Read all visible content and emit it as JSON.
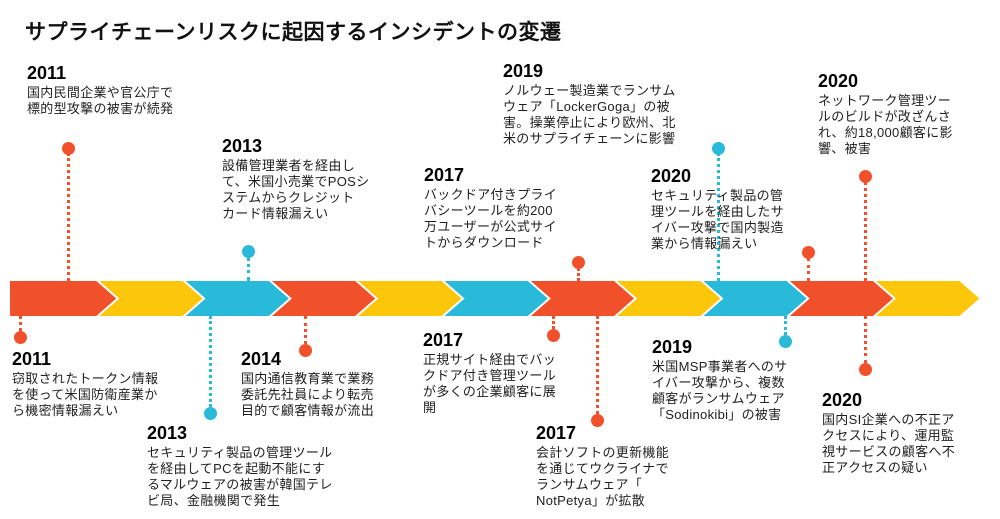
{
  "title": "サプライチェーンリスクに起因するインシデントの変遷",
  "colors": {
    "orange": "#F0512B",
    "cyan": "#29B9D9",
    "yellow": "#FCC60B"
  },
  "timeline": {
    "segments": [
      "orange",
      "yellow",
      "cyan",
      "orange",
      "yellow",
      "cyan",
      "orange",
      "yellow",
      "cyan",
      "orange",
      "yellow"
    ]
  },
  "events": [
    {
      "year": "2011",
      "side": "top",
      "color": "orange",
      "text": "国内民間企業や官公庁で\n標的型攻撃の被害が続発"
    },
    {
      "year": "2013",
      "side": "top",
      "color": "cyan",
      "text": "設備管理業者を経由し\nて、米国小売業でPOSシ\nステムからクレジット\nカード情報漏えい"
    },
    {
      "year": "2017",
      "side": "top",
      "color": "orange",
      "text": "バックドア付きプライ\nバシーツールを約200\n万ユーザーが公式サイ\nトからダウンロード"
    },
    {
      "year": "2019",
      "side": "top",
      "color": "cyan",
      "text": "ノルウェー製造業でランサム\nウェア「LockerGoga」の被\n害。操業停止により欧州、北\n米のサプライチェーンに影響"
    },
    {
      "year": "2020",
      "side": "top",
      "color": "orange",
      "text": "セキュリティ製品の管\n理ツールを経由したサ\nイバー攻撃で国内製造\n業から情報漏えい"
    },
    {
      "year": "2020",
      "side": "top",
      "color": "orange",
      "text": "ネットワーク管理ツー\nルのビルドが改ざんさ\nれ、約18,000顧客に影\n響、被害"
    },
    {
      "year": "2011",
      "side": "bottom",
      "color": "orange",
      "text": "窃取されたトークン情報\nを使って米国防衛産業か\nら機密情報漏えい"
    },
    {
      "year": "2013",
      "side": "bottom",
      "color": "cyan",
      "text": "セキュリティ製品の管理ツール\nを経由してPCを起動不能にす\nるマルウェアの被害が韓国テレ\nビ局、金融機関で発生"
    },
    {
      "year": "2014",
      "side": "bottom",
      "color": "orange",
      "text": "国内通信教育業で業務\n委託先社員により転売\n目的で顧客情報が流出"
    },
    {
      "year": "2017",
      "side": "bottom",
      "color": "orange",
      "text": "正規サイト経由でバッ\nクドア付き管理ツール\nが多くの企業顧客に展\n開"
    },
    {
      "year": "2017",
      "side": "bottom",
      "color": "orange",
      "text": "会計ソフトの更新機能\nを通じてウクライナで\nランサムウェア「\nNotPetya」が拡散"
    },
    {
      "year": "2019",
      "side": "bottom",
      "color": "cyan",
      "text": "米国MSP事業者へのサ\nイバー攻撃から、複数\n顧客がランサムウェア\n「Sodinokibi」の被害"
    },
    {
      "year": "2020",
      "side": "bottom",
      "color": "orange",
      "text": "国内SI企業への不正ア\nクセスにより、運用監\n視サービスの顧客へ不\n正アクセスの疑い"
    }
  ]
}
